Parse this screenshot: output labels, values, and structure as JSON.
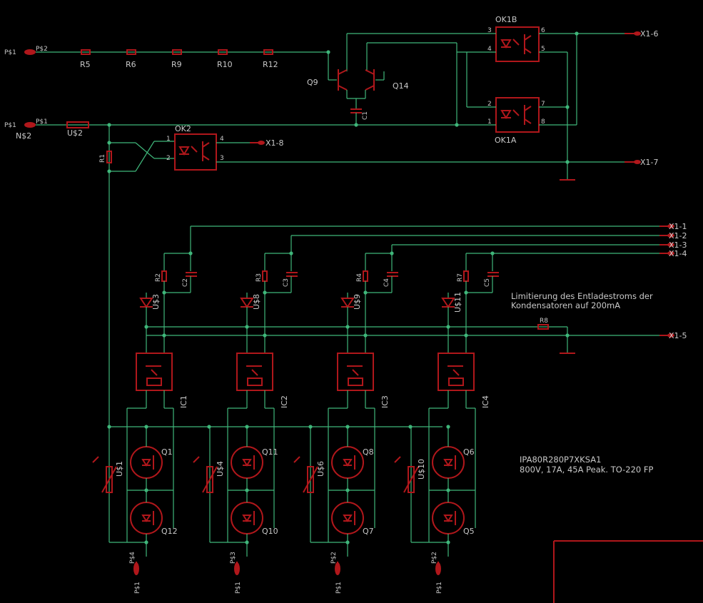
{
  "canvas": {
    "background": "#000000",
    "wire_color": "#3fb67a",
    "part_color": "#b0171b",
    "text_color": "#c8c8c8"
  },
  "labels": {
    "ps1_top": "P$1",
    "ps2_top": "P$2",
    "ps1_mid": "P$1",
    "ps1_mid2": "P$1",
    "ns2": "N$2",
    "us2": "U$2",
    "r5": "R5",
    "r6": "R6",
    "r9": "R9",
    "r10": "R10",
    "r12": "R12",
    "q9": "Q9",
    "q14": "Q14",
    "c1": "C1",
    "ok1b": "OK1B",
    "ok1a": "OK1A",
    "ok2": "OK2",
    "r1": "R1",
    "x1_1": "X1-1",
    "x1_2": "X1-2",
    "x1_3": "X1-3",
    "x1_4": "X1-4",
    "x1_5": "X1-5",
    "x1_6": "X1-6",
    "x1_7": "X1-7",
    "x1_8": "X1-8",
    "r2": "R2",
    "r3": "R3",
    "r4": "R4",
    "r7": "R7",
    "r8": "R8",
    "c2": "C2",
    "c3": "C3",
    "c4": "C4",
    "c5": "C5",
    "us3": "U$3",
    "us8": "U$8",
    "us9": "U$9",
    "us11": "U$11",
    "ic1": "IC1",
    "ic2": "IC2",
    "ic3": "IC3",
    "ic4": "IC4",
    "us1": "U$1",
    "us4": "U$4",
    "us6": "U$6",
    "us10": "U$10",
    "q1": "Q1",
    "q11": "Q11",
    "q8": "Q8",
    "q6": "Q6",
    "q12": "Q12",
    "q10": "Q10",
    "q7": "Q7",
    "q5": "Q5",
    "ps4": "P$4",
    "ps3": "P$3",
    "ps2": "P$2",
    "ps2b": "P$2",
    "pb1": "P$1",
    "pb2": "P$1",
    "pb3": "P$1",
    "pb4": "P$1",
    "pin3": "3",
    "pin4": "4",
    "pin6": "6",
    "pin5": "5",
    "pin2": "2",
    "pin1": "1",
    "pin7": "7",
    "pin8": "8",
    "ok2_p1": "1",
    "ok2_p2": "2",
    "ok2_p4": "4",
    "ok2_p3": "3"
  },
  "notes": {
    "limit_line1": "Limitierung des Entladestroms der",
    "limit_line2": "Kondensatoren auf 200mA",
    "part_line1": "IPA80R280P7XKSA1",
    "part_line2": "800V, 17A, 45A Peak. TO-220 FP"
  }
}
